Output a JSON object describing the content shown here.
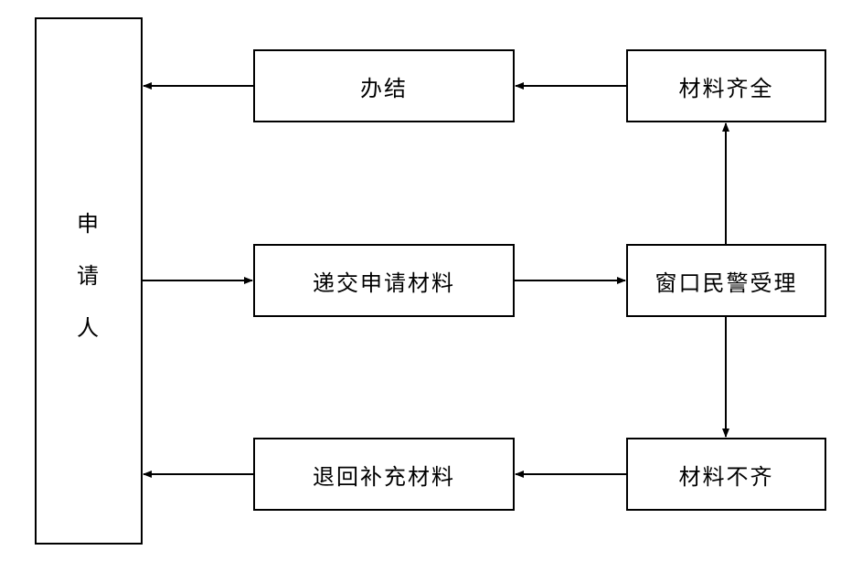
{
  "applicant": {
    "chars": [
      "申",
      "请",
      "人"
    ]
  },
  "nodes": {
    "banjie": "办结",
    "qiquan": "材料齐全",
    "dijiao": "递交申请材料",
    "shouli": "窗口民警受理",
    "tuihui": "退回补充材料",
    "buqi": "材料不齐"
  },
  "colors": {
    "stroke": "#000000",
    "background": "#ffffff"
  }
}
